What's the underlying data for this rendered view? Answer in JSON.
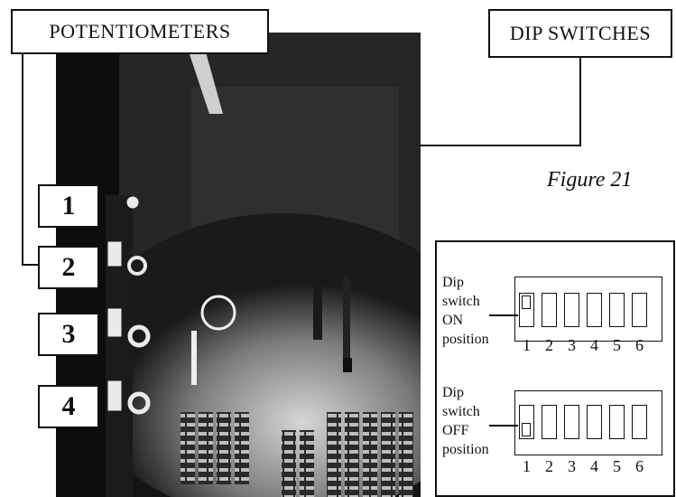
{
  "labels": {
    "potentiometers": "POTENTIOMETERS",
    "dip_switches": "DIP SWITCHES",
    "figure_caption": "Figure 21"
  },
  "potentiometer_numbers": [
    "1",
    "2",
    "3",
    "4"
  ],
  "inset": {
    "on": {
      "line1": "Dip",
      "line2": "switch",
      "line3": "ON",
      "line4": "position"
    },
    "off": {
      "line1": "Dip",
      "line2": "switch",
      "line3": "OFF",
      "line4": "position"
    },
    "switch_numbers": [
      "1",
      "2",
      "3",
      "4",
      "5",
      "6"
    ]
  }
}
